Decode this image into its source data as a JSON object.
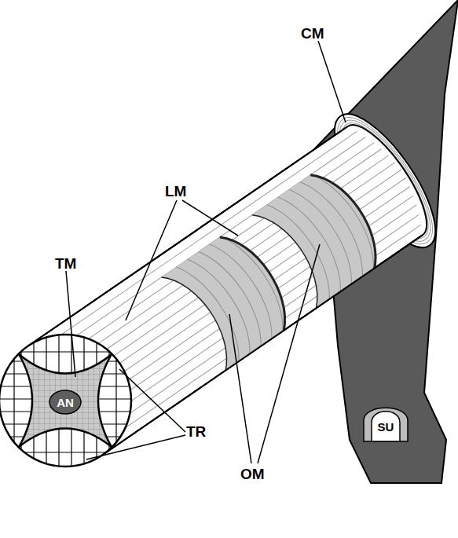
{
  "diagram": {
    "nodes": [
      {
        "text": [
          "AN"
        ]
      },
      {
        "text": [
          "SU"
        ]
      }
    ],
    "labels": [
      "CM",
      "LM",
      "TM",
      "OM",
      "TR"
    ]
  }
}
